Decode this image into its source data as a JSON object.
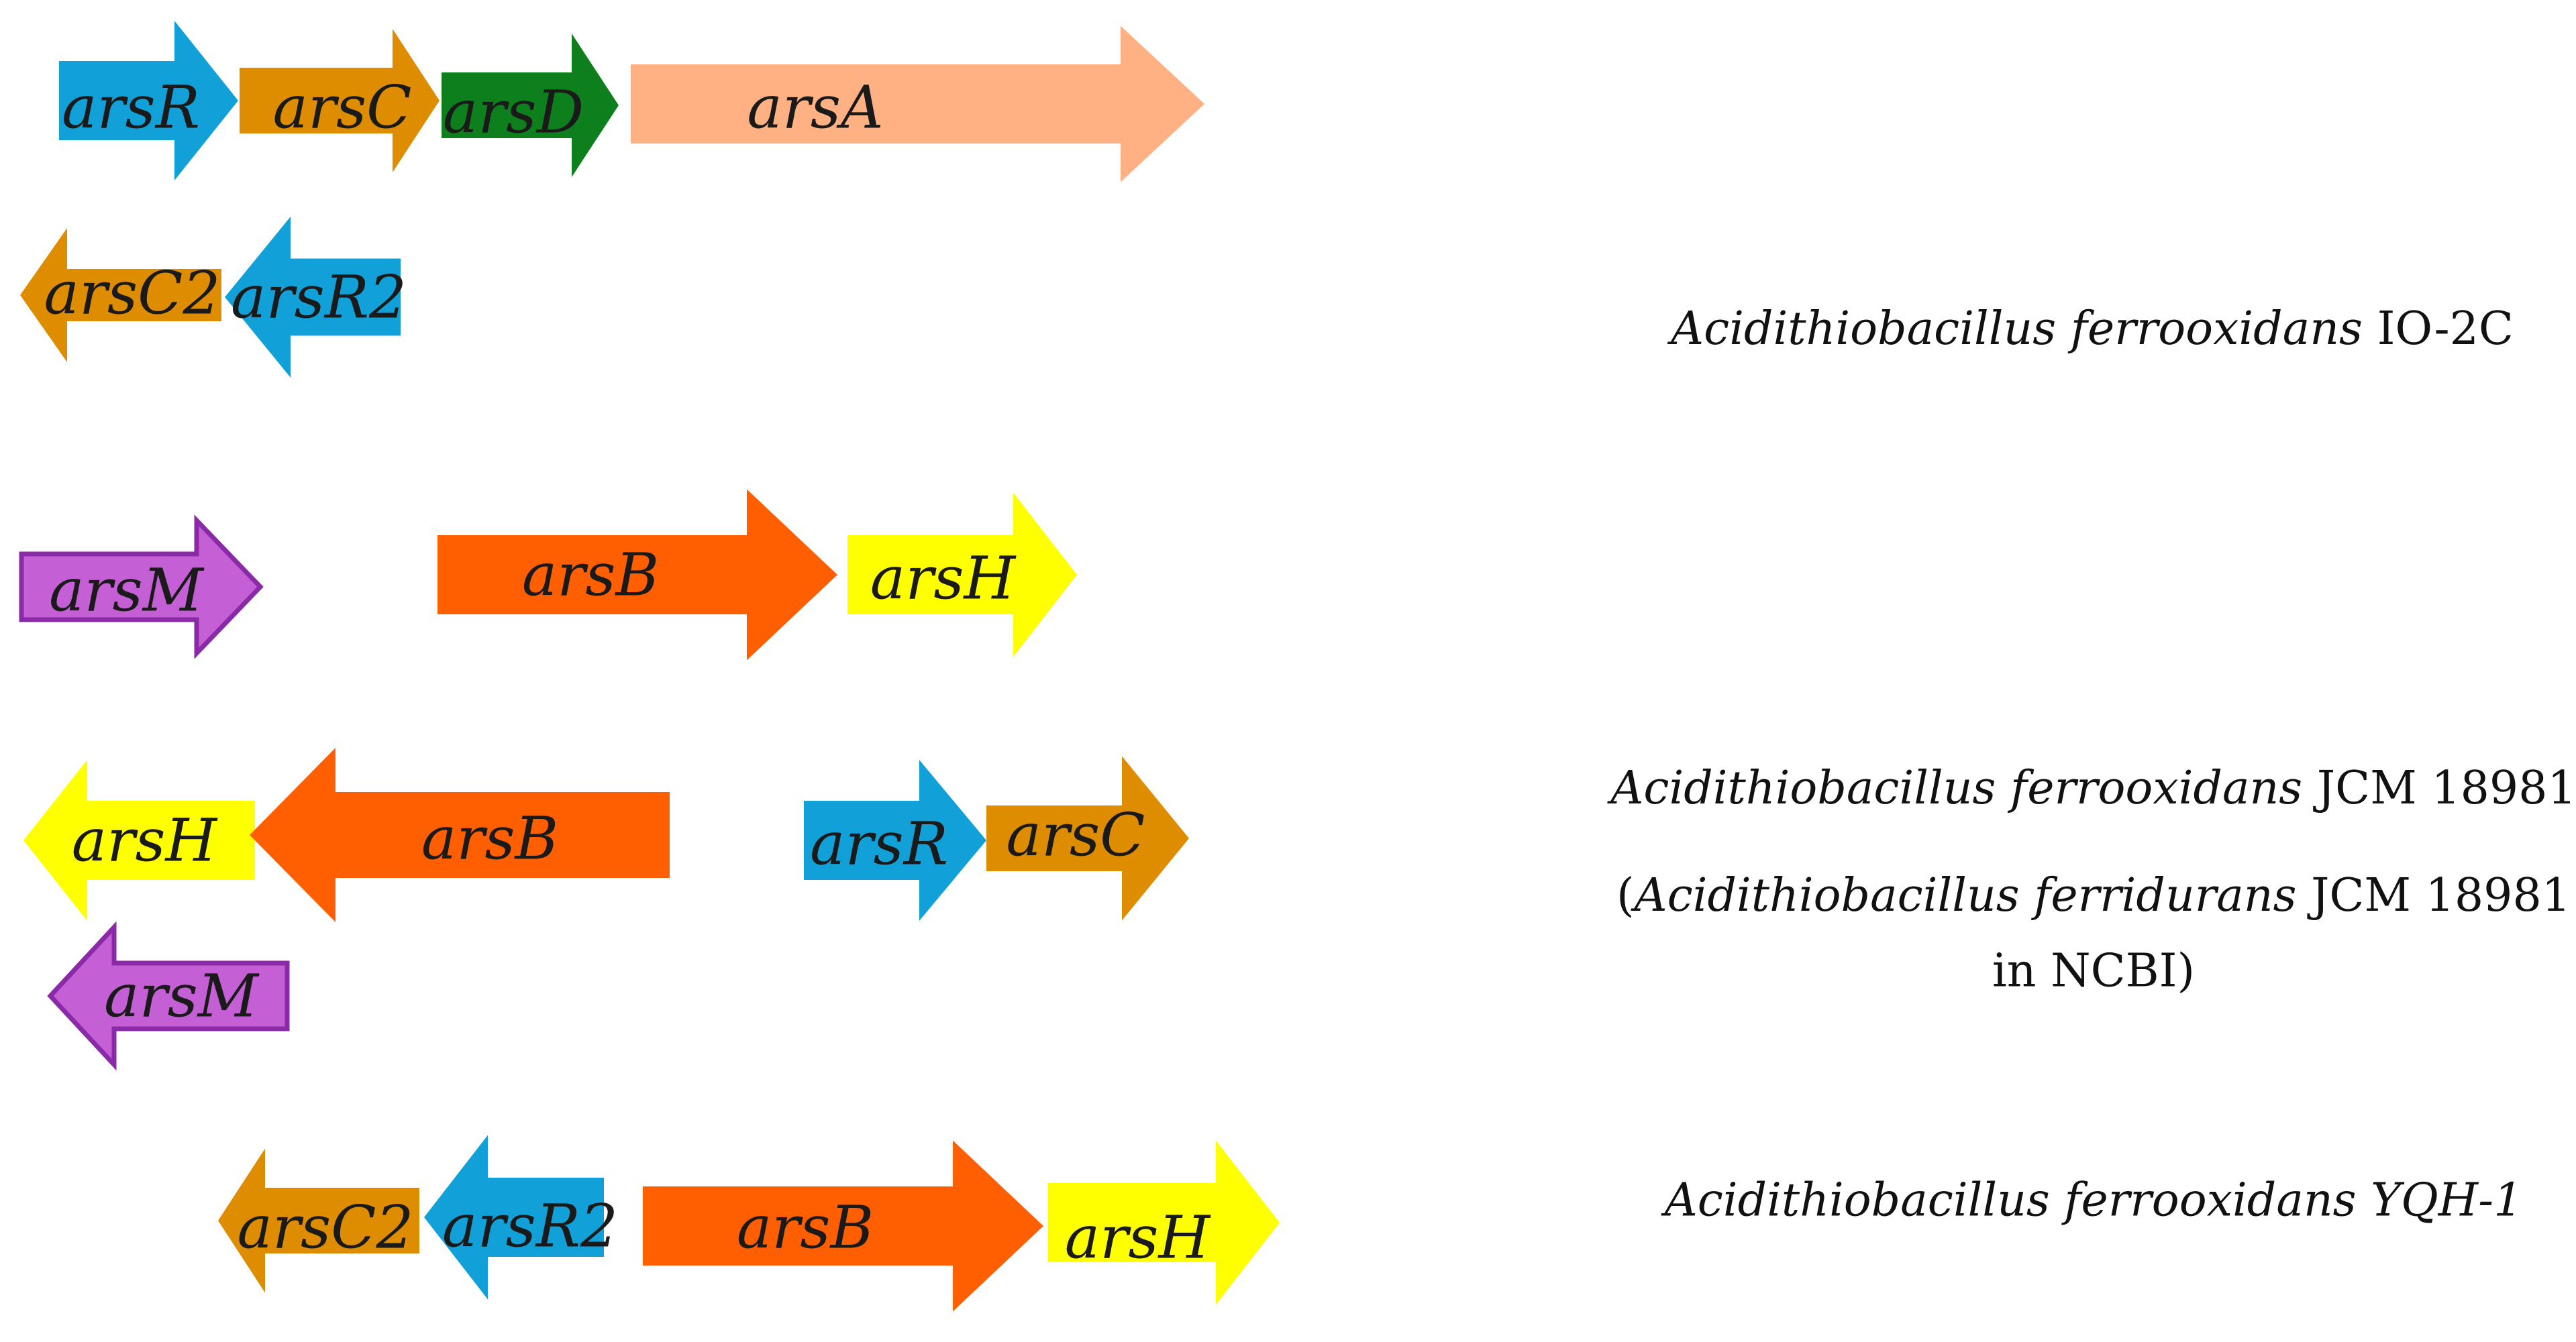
{
  "colors": {
    "arsR": "#12a0d8",
    "arsC": "#de8c00",
    "arsD": "#0d7f1d",
    "arsA": "#ffb183",
    "arsM": "#c45fd6",
    "arsM_border": "#8a2aa6",
    "arsB": "#ff5f00",
    "arsH": "#ffff00",
    "text": "#1a1a1a"
  },
  "genes": [
    {
      "id": "g1",
      "name": "arsR",
      "color": "arsR",
      "dir": "right"
    },
    {
      "id": "g2",
      "name": "arsC",
      "color": "arsC",
      "dir": "right"
    },
    {
      "id": "g3",
      "name": "arsD",
      "color": "arsD",
      "dir": "right"
    },
    {
      "id": "g4",
      "name": "arsA",
      "color": "arsA",
      "dir": "right"
    },
    {
      "id": "g5",
      "name": "arsC2",
      "color": "arsC",
      "dir": "left"
    },
    {
      "id": "g6",
      "name": "arsR2",
      "color": "arsR",
      "dir": "left"
    },
    {
      "id": "g7",
      "name": "arsM",
      "color": "arsM",
      "dir": "right"
    },
    {
      "id": "g8",
      "name": "arsB",
      "color": "arsB",
      "dir": "right"
    },
    {
      "id": "g9",
      "name": "arsH",
      "color": "arsH",
      "dir": "right"
    },
    {
      "id": "g10",
      "name": "arsH",
      "color": "arsH",
      "dir": "left"
    },
    {
      "id": "g11",
      "name": "arsB",
      "color": "arsB",
      "dir": "left"
    },
    {
      "id": "g12",
      "name": "arsR",
      "color": "arsR",
      "dir": "right"
    },
    {
      "id": "g13",
      "name": "arsC",
      "color": "arsC",
      "dir": "right"
    },
    {
      "id": "g14",
      "name": "arsM",
      "color": "arsM",
      "dir": "left"
    },
    {
      "id": "g15",
      "name": "arsC2",
      "color": "arsC",
      "dir": "left"
    },
    {
      "id": "g16",
      "name": "arsR2",
      "color": "arsR",
      "dir": "left"
    },
    {
      "id": "g17",
      "name": "arsB",
      "color": "arsB",
      "dir": "right"
    },
    {
      "id": "g18",
      "name": "arsH",
      "color": "arsH",
      "dir": "right"
    }
  ],
  "strains": {
    "io2c": {
      "genus_species": "Acidithiobacillus ferrooxidans",
      "strain": "IO-2C"
    },
    "jcm": {
      "genus_species": "Acidithiobacillus ferrooxidans",
      "strain": "JCM 18981"
    },
    "jcm_ncbi_open": "(",
    "jcm_ncbi_species": "Acidithiobacillus ferridurans",
    "jcm_ncbi_strain": "JCM 18981",
    "jcm_ncbi_suffix": "in NCBI)",
    "yqh1": {
      "text": "Acidithiobacillus ferrooxidans YQH-1"
    }
  }
}
